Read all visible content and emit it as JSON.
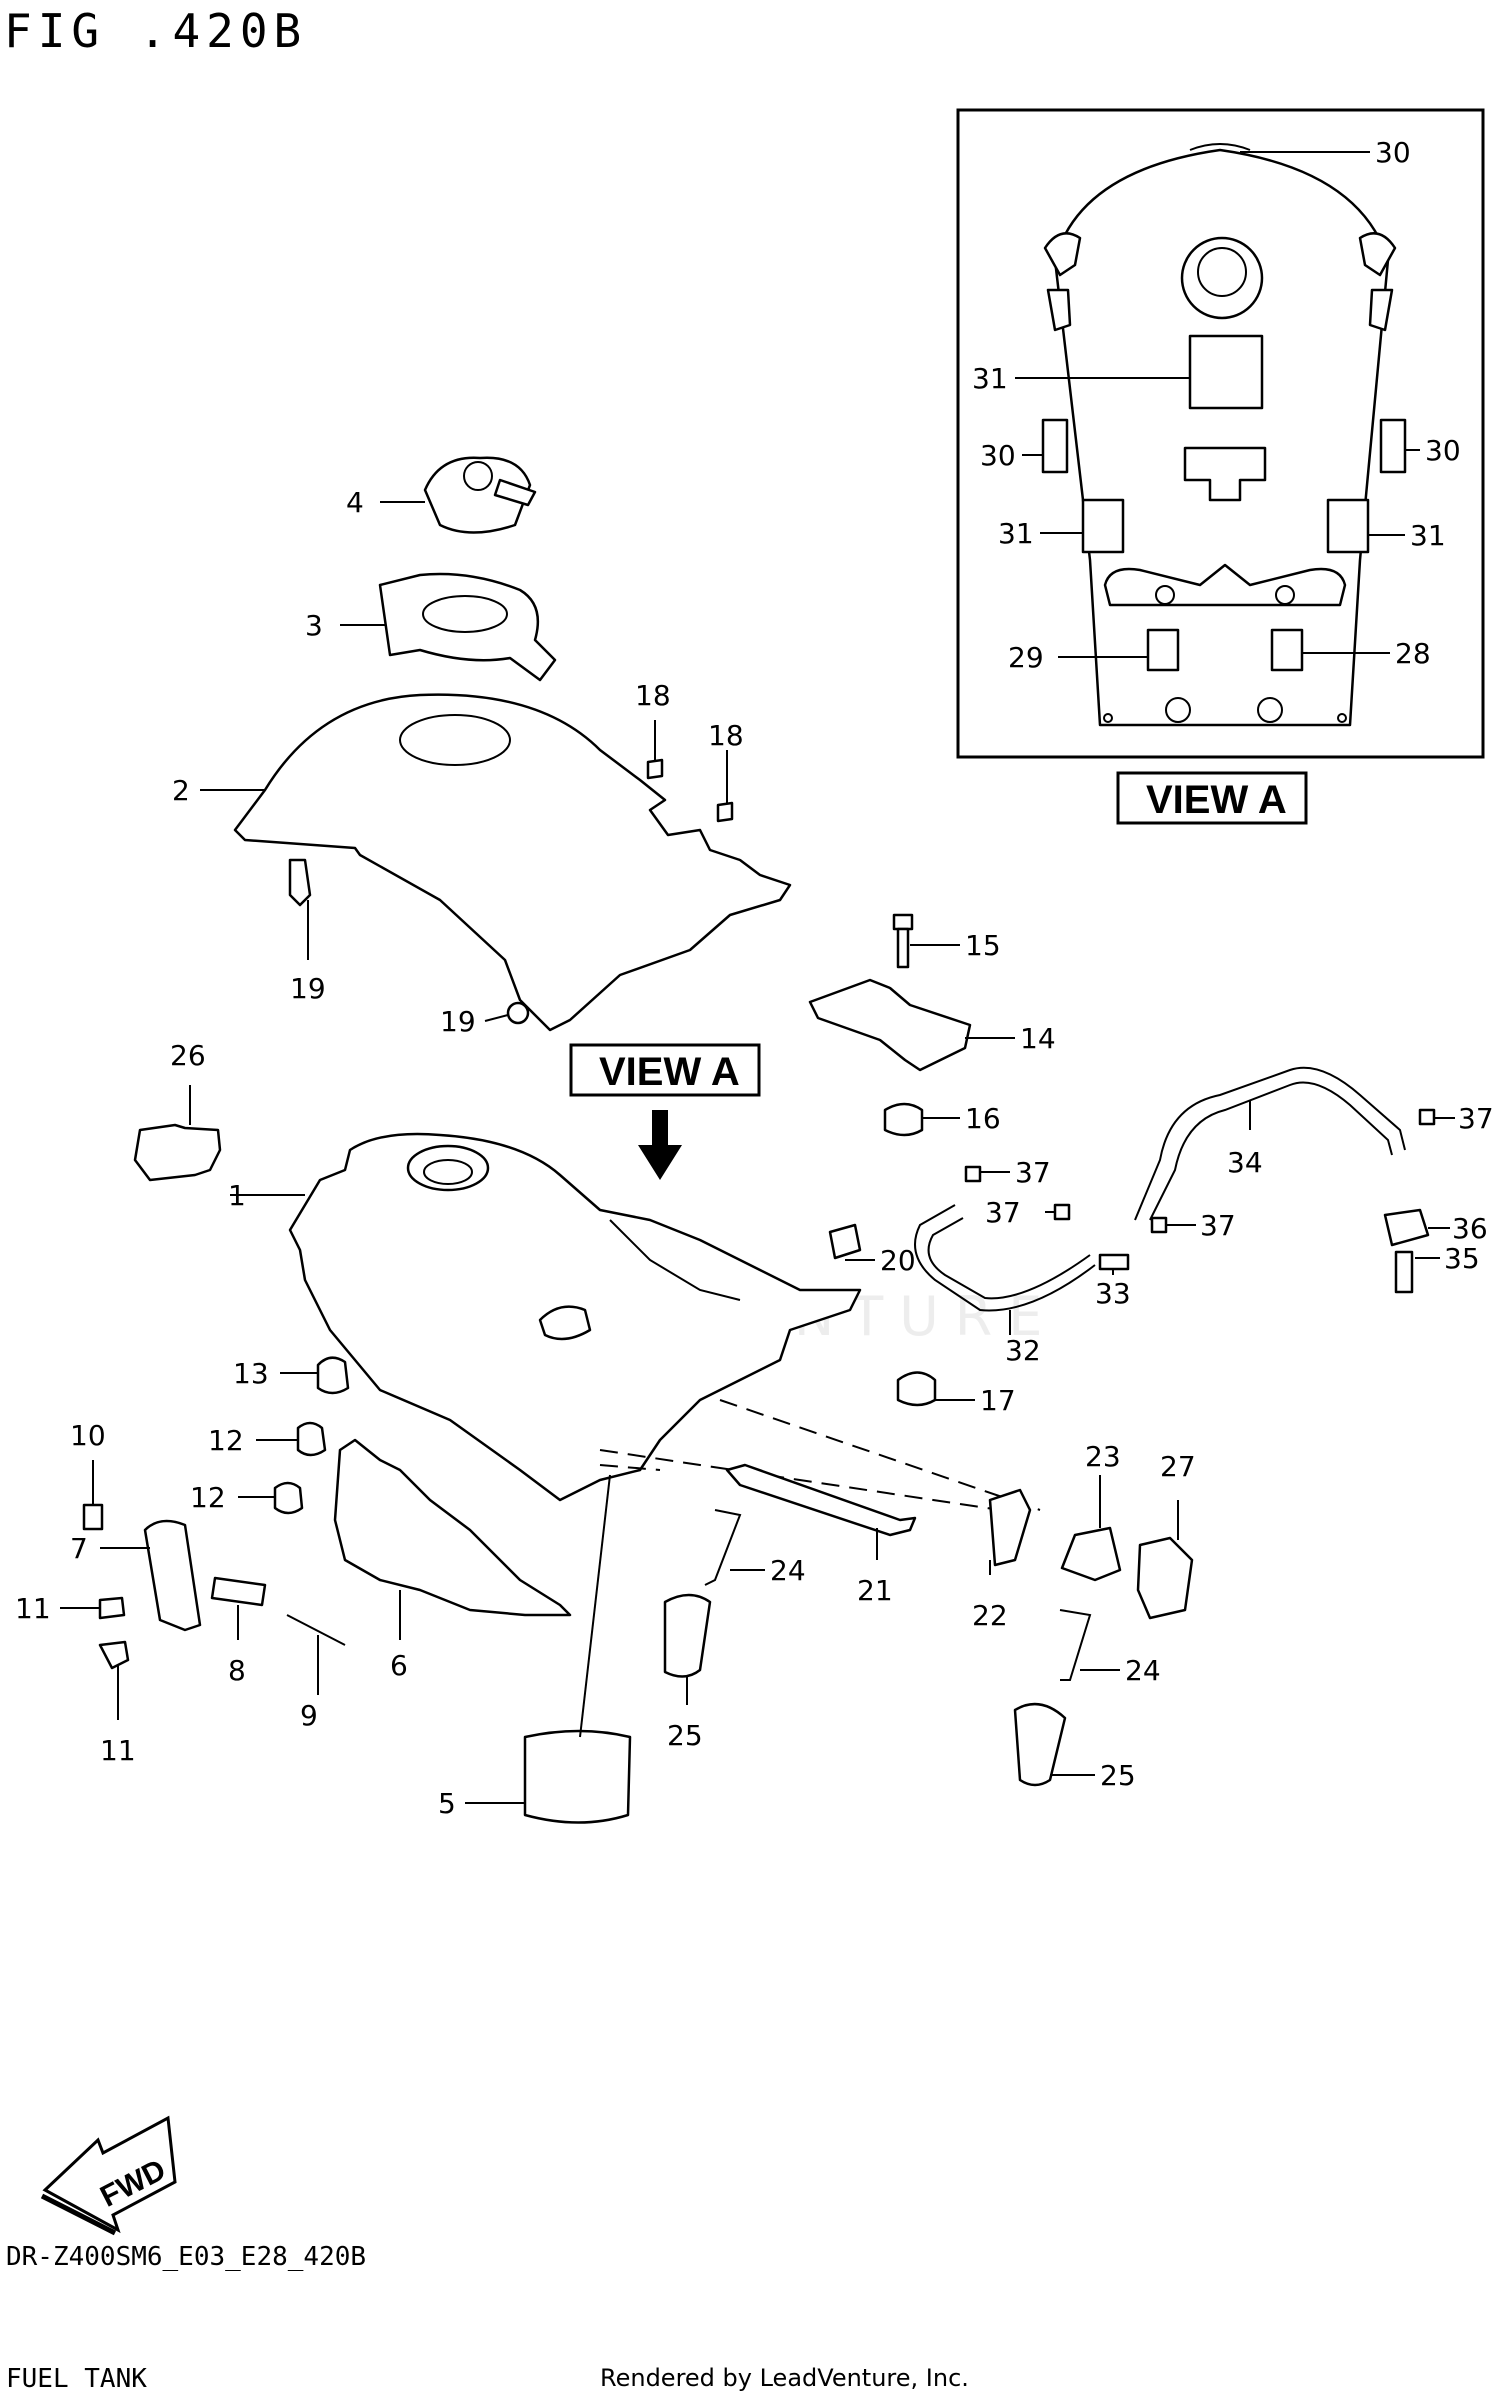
{
  "figure_title": "FIG .420B",
  "view_label": "VIEW A",
  "fwd_label": "FWD",
  "watermark": "LEADVENTURE",
  "diagram_code": "DR-Z400SM6_E03_E28_420B",
  "section_name": "FUEL TANK",
  "credit": "Rendered by LeadVenture, Inc.",
  "callouts": {
    "c1": "1",
    "c2": "2",
    "c3": "3",
    "c4": "4",
    "c5": "5",
    "c6": "6",
    "c7": "7",
    "c8": "8",
    "c9": "9",
    "c10": "10",
    "c11a": "11",
    "c11b": "11",
    "c12a": "12",
    "c12b": "12",
    "c13": "13",
    "c14": "14",
    "c15": "15",
    "c16": "16",
    "c17": "17",
    "c18a": "18",
    "c18b": "18",
    "c19a": "19",
    "c19b": "19",
    "c20": "20",
    "c21": "21",
    "c22": "22",
    "c23": "23",
    "c24a": "24",
    "c24b": "24",
    "c25a": "25",
    "c25b": "25",
    "c26": "26",
    "c27": "27",
    "c28": "28",
    "c29": "29",
    "c30a": "30",
    "c30b": "30",
    "c30c": "30",
    "c31a": "31",
    "c31b": "31",
    "c31c": "31",
    "c32": "32",
    "c33": "33",
    "c34": "34",
    "c35": "35",
    "c36": "36",
    "c37a": "37",
    "c37b": "37",
    "c37c": "37",
    "c37d": "37"
  }
}
